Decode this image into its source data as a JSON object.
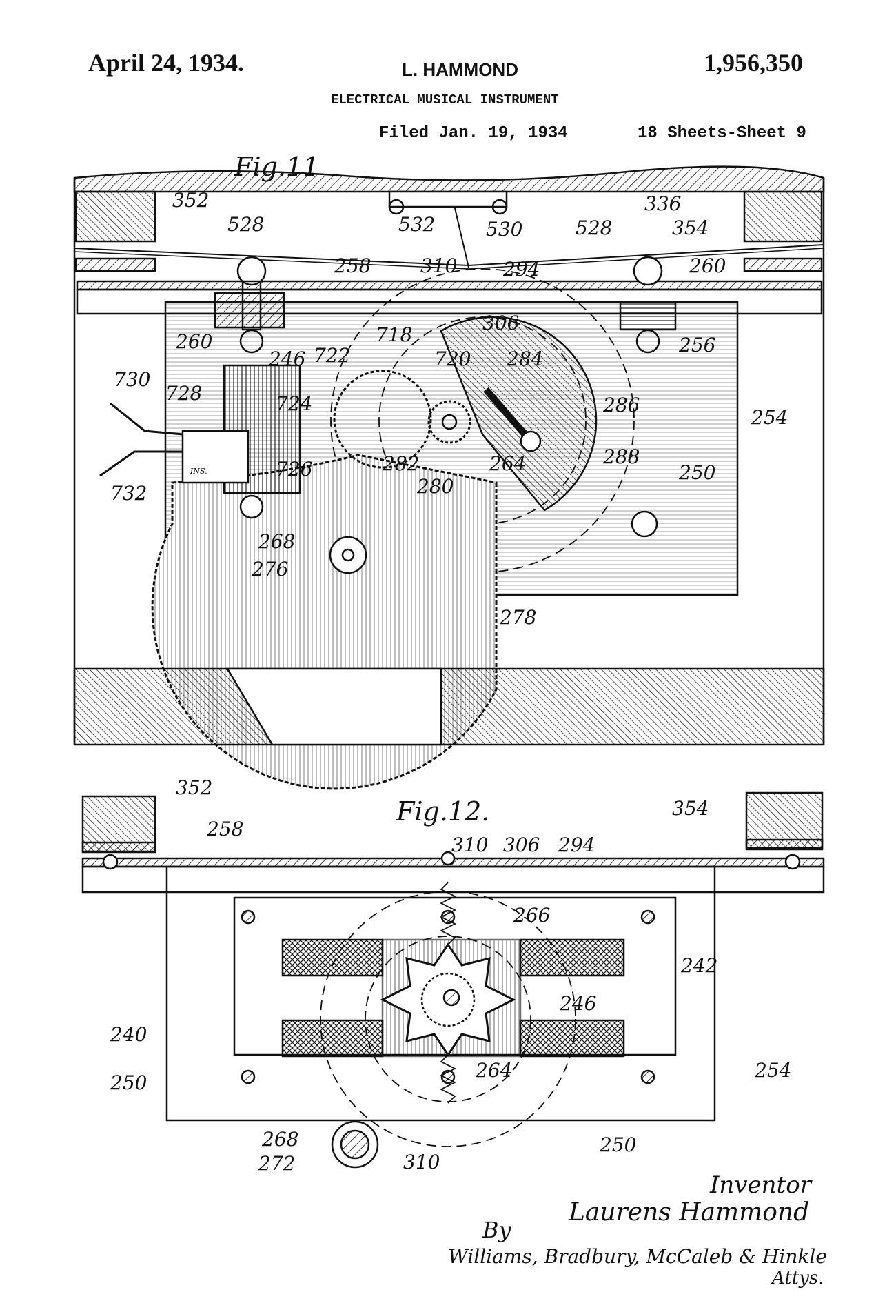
{
  "header": {
    "date": "April 24, 1934.",
    "inventor": "L. HAMMOND",
    "patent_number": "1,956,350",
    "title": "ELECTRICAL MUSICAL INSTRUMENT",
    "filed": "Filed Jan. 19, 1934",
    "sheets": "18 Sheets-Sheet 9"
  },
  "fig11": {
    "label": "Fig.11",
    "insulator_text": "INS.",
    "refs": {
      "r352": "352",
      "r336": "336",
      "r354": "354",
      "r528a": "528",
      "r528b": "528",
      "r532": "532",
      "r530": "530",
      "r258": "258",
      "r310": "310",
      "r294": "294",
      "r260a": "260",
      "r260b": "260",
      "r306": "306",
      "r256": "256",
      "r718": "718",
      "r722": "722",
      "r246": "246",
      "r720": "720",
      "r284": "284",
      "r286": "286",
      "r730": "730",
      "r728": "728",
      "r724": "724",
      "r254": "254",
      "r726": "726",
      "r282": "282",
      "r264": "264",
      "r288": "288",
      "r732": "732",
      "r280": "280",
      "r250": "250",
      "r268": "268",
      "r276": "276",
      "r278": "278"
    }
  },
  "fig12": {
    "label": "Fig.12.",
    "refs": {
      "r352": "352",
      "r354": "354",
      "r258": "258",
      "r310a": "310",
      "r306": "306",
      "r294": "294",
      "r266": "266",
      "r242": "242",
      "r246": "246",
      "r240": "240",
      "r250a": "250",
      "r264": "264",
      "r254": "254",
      "r268": "268",
      "r272": "272",
      "r310b": "310",
      "r250b": "250"
    }
  },
  "signature": {
    "inventor_label": "Inventor",
    "inventor_name": "Laurens Hammond",
    "by": "By",
    "attorneys": "Williams, Bradbury, McCaleb & Hinkle",
    "attys": "Attys."
  }
}
